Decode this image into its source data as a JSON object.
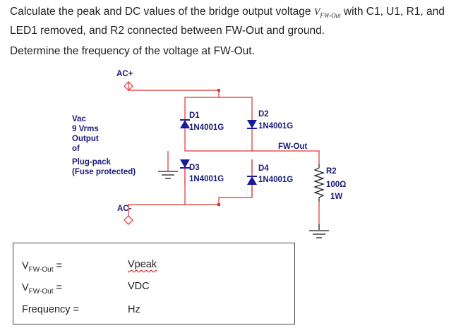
{
  "question": {
    "line1_pre": "Calculate the peak and DC values of the bridge output voltage ",
    "var_main": "V",
    "var_sub": "FW-Out",
    "line1_post": " with C1, U1, R1, and LED1 removed, and R2 connected between FW-Out and ground.",
    "line2": "Determine the frequency of the voltage at FW-Out."
  },
  "circuit": {
    "ac_plus": "AC+",
    "ac_minus": "AC-",
    "source_lines": [
      "Vac",
      "9 Vrms",
      "Output",
      "of",
      "Plug-pack",
      "(Fuse protected)"
    ],
    "d1_name": "D1",
    "d1_part": "1N4001G",
    "d2_name": "D2",
    "d2_part": "1N4001G",
    "d3_name": "D3",
    "d3_part": "1N4001G",
    "d4_name": "D4",
    "d4_part": "1N4001G",
    "fw_out": "FW-Out",
    "r2_name": "R2",
    "r2_value": "100Ω",
    "r2_power": "1W",
    "colors": {
      "wire": "#e03030",
      "diode": "#1a1a9a",
      "label": "#1a1a78"
    }
  },
  "answers": {
    "row1_var": "V",
    "row1_sub": "FW-Out",
    "row1_eq": " =",
    "row1_unit": "Vpeak",
    "row2_var": "V",
    "row2_sub": "FW-Out",
    "row2_eq": " =",
    "row2_unit": "VDC",
    "row3_label": "Frequency =",
    "row3_unit": "Hz"
  }
}
